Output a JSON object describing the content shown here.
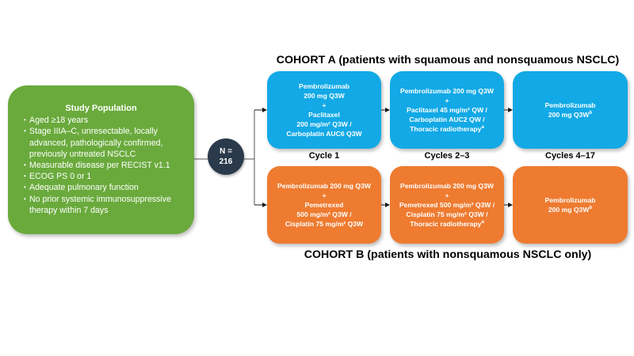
{
  "study_population": {
    "title": "Study Population",
    "criteria": [
      "Aged ≥18 years",
      "Stage IIIA–C, unresectable, locally advanced, pathologically confirmed, previously untreated NSCLC",
      "Measurable disease per RECIST v1.1",
      "ECOG PS 0 or 1",
      "Adequate pulmonary function",
      "No prior systemic immunosuppressive therapy within 7 days"
    ],
    "color": "#6aaa3c"
  },
  "enrollment": {
    "line1": "N =",
    "line2": "216",
    "color": "#2b3a4a"
  },
  "cohort_a": {
    "title": "COHORT A (patients with squamous and nonsquamous NSCLC)",
    "color": "#12a9e6",
    "boxes": [
      {
        "lines": [
          "Pembrolizumab",
          "200 mg Q3W",
          "+",
          "Paclitaxel",
          "200 mg/m² Q3W /",
          "Carboplatin AUC6 Q3W"
        ]
      },
      {
        "lines": [
          "Pembrolizumab 200 mg Q3W",
          "+",
          "Paclitaxel 45 mg/m² QW /",
          "Carboplatin AUC2 QW /",
          "Thoracic radiotherapy"
        ],
        "footnote": "a"
      },
      {
        "lines": [
          "Pembrolizumab",
          "200 mg Q3W"
        ],
        "footnote": "b"
      }
    ]
  },
  "cycles": [
    "Cycle 1",
    "Cycles 2–3",
    "Cycles 4–17"
  ],
  "cohort_b": {
    "title": "COHORT B (patients with nonsquamous NSCLC only)",
    "color": "#ee7b30",
    "boxes": [
      {
        "lines": [
          "Pembrolizumab 200 mg Q3W",
          "+",
          "Pemetrexed",
          "500 mg/m² Q3W /",
          "Cisplatin 75 mg/m² Q3W"
        ]
      },
      {
        "lines": [
          "Pembrolizumab 200 mg Q3W",
          "+",
          "Pemetrexed 500 mg/m² Q3W /",
          "Cisplatin 75 mg/m² Q3W /",
          "Thoracic radiotherapy"
        ],
        "footnote": "a"
      },
      {
        "lines": [
          "Pembrolizumab",
          "200 mg Q3W"
        ],
        "footnote": "b"
      }
    ]
  }
}
